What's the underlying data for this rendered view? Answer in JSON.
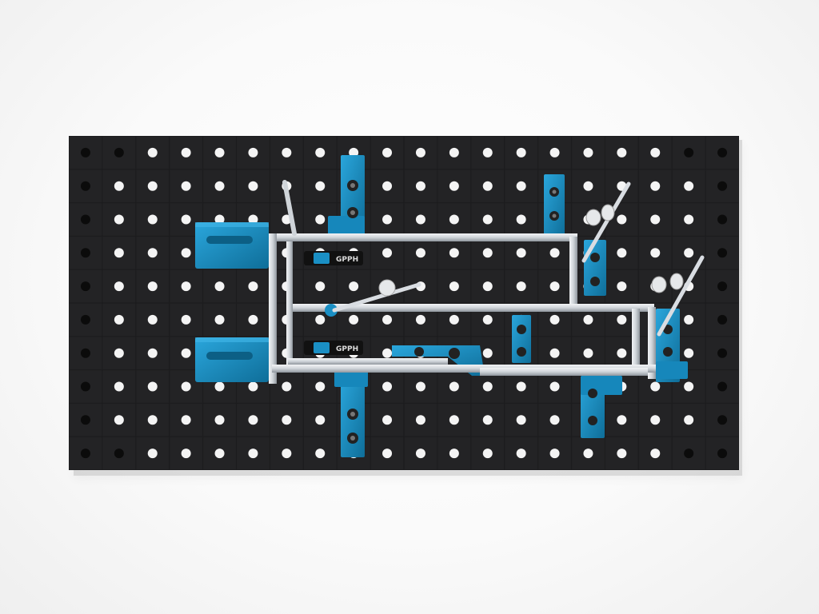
{
  "scene": {
    "subject": "welding-table-fixture",
    "colors": {
      "table_top": "#1c1c1e",
      "table_cell": "#232325",
      "hole": "#f4f4f4",
      "hole_dark": "#0b0b0b",
      "fixture_blue": "#1a8fc4",
      "fixture_blue_dark": "#0f6e99",
      "rail_steel": "#d9dde2",
      "rail_steel_dark": "#9aa1a8",
      "clamp_dark": "#111111"
    },
    "clamp_labels": [
      "GPPH",
      "GPPH"
    ]
  }
}
